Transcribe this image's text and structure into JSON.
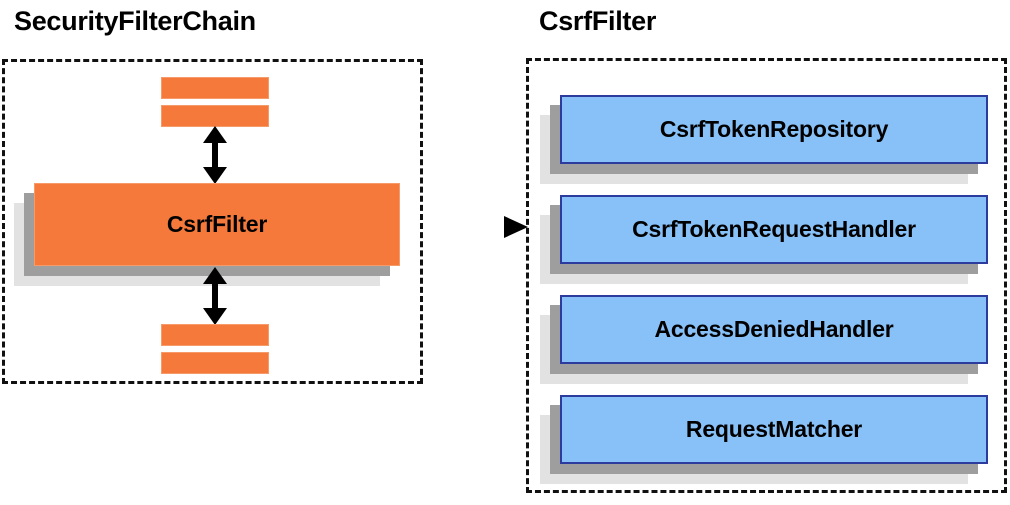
{
  "diagram": {
    "title_left": "SecurityFilterChain",
    "title_right": "CsrfFilter",
    "colors": {
      "box_orange_fill": "#f4793b",
      "box_orange_border": "#f79a6a",
      "box_blue_fill": "#87c1f7",
      "box_blue_border": "#2b3c9e",
      "shadow_near": "#9e9e9e",
      "shadow_far": "#e2e2e2",
      "panel_border": "#111111",
      "arrow": "#000000",
      "text": "#000000",
      "background": "#ffffff"
    }
  },
  "left_panel": {
    "title": "SecurityFilterChain",
    "main_box": {
      "label": "CsrfFilter"
    },
    "bars_above": [
      {
        "label": ""
      },
      {
        "label": ""
      }
    ],
    "bars_below": [
      {
        "label": ""
      },
      {
        "label": ""
      }
    ],
    "arrow_above": {
      "label": "bidirectional-filter-link"
    },
    "arrow_below": {
      "label": "bidirectional-filter-link"
    }
  },
  "connector": {
    "label": "expands-to"
  },
  "right_panel": {
    "title": "CsrfFilter",
    "components": [
      {
        "label": "CsrfTokenRepository"
      },
      {
        "label": "CsrfTokenRequestHandler"
      },
      {
        "label": "AccessDeniedHandler"
      },
      {
        "label": "RequestMatcher"
      }
    ]
  }
}
